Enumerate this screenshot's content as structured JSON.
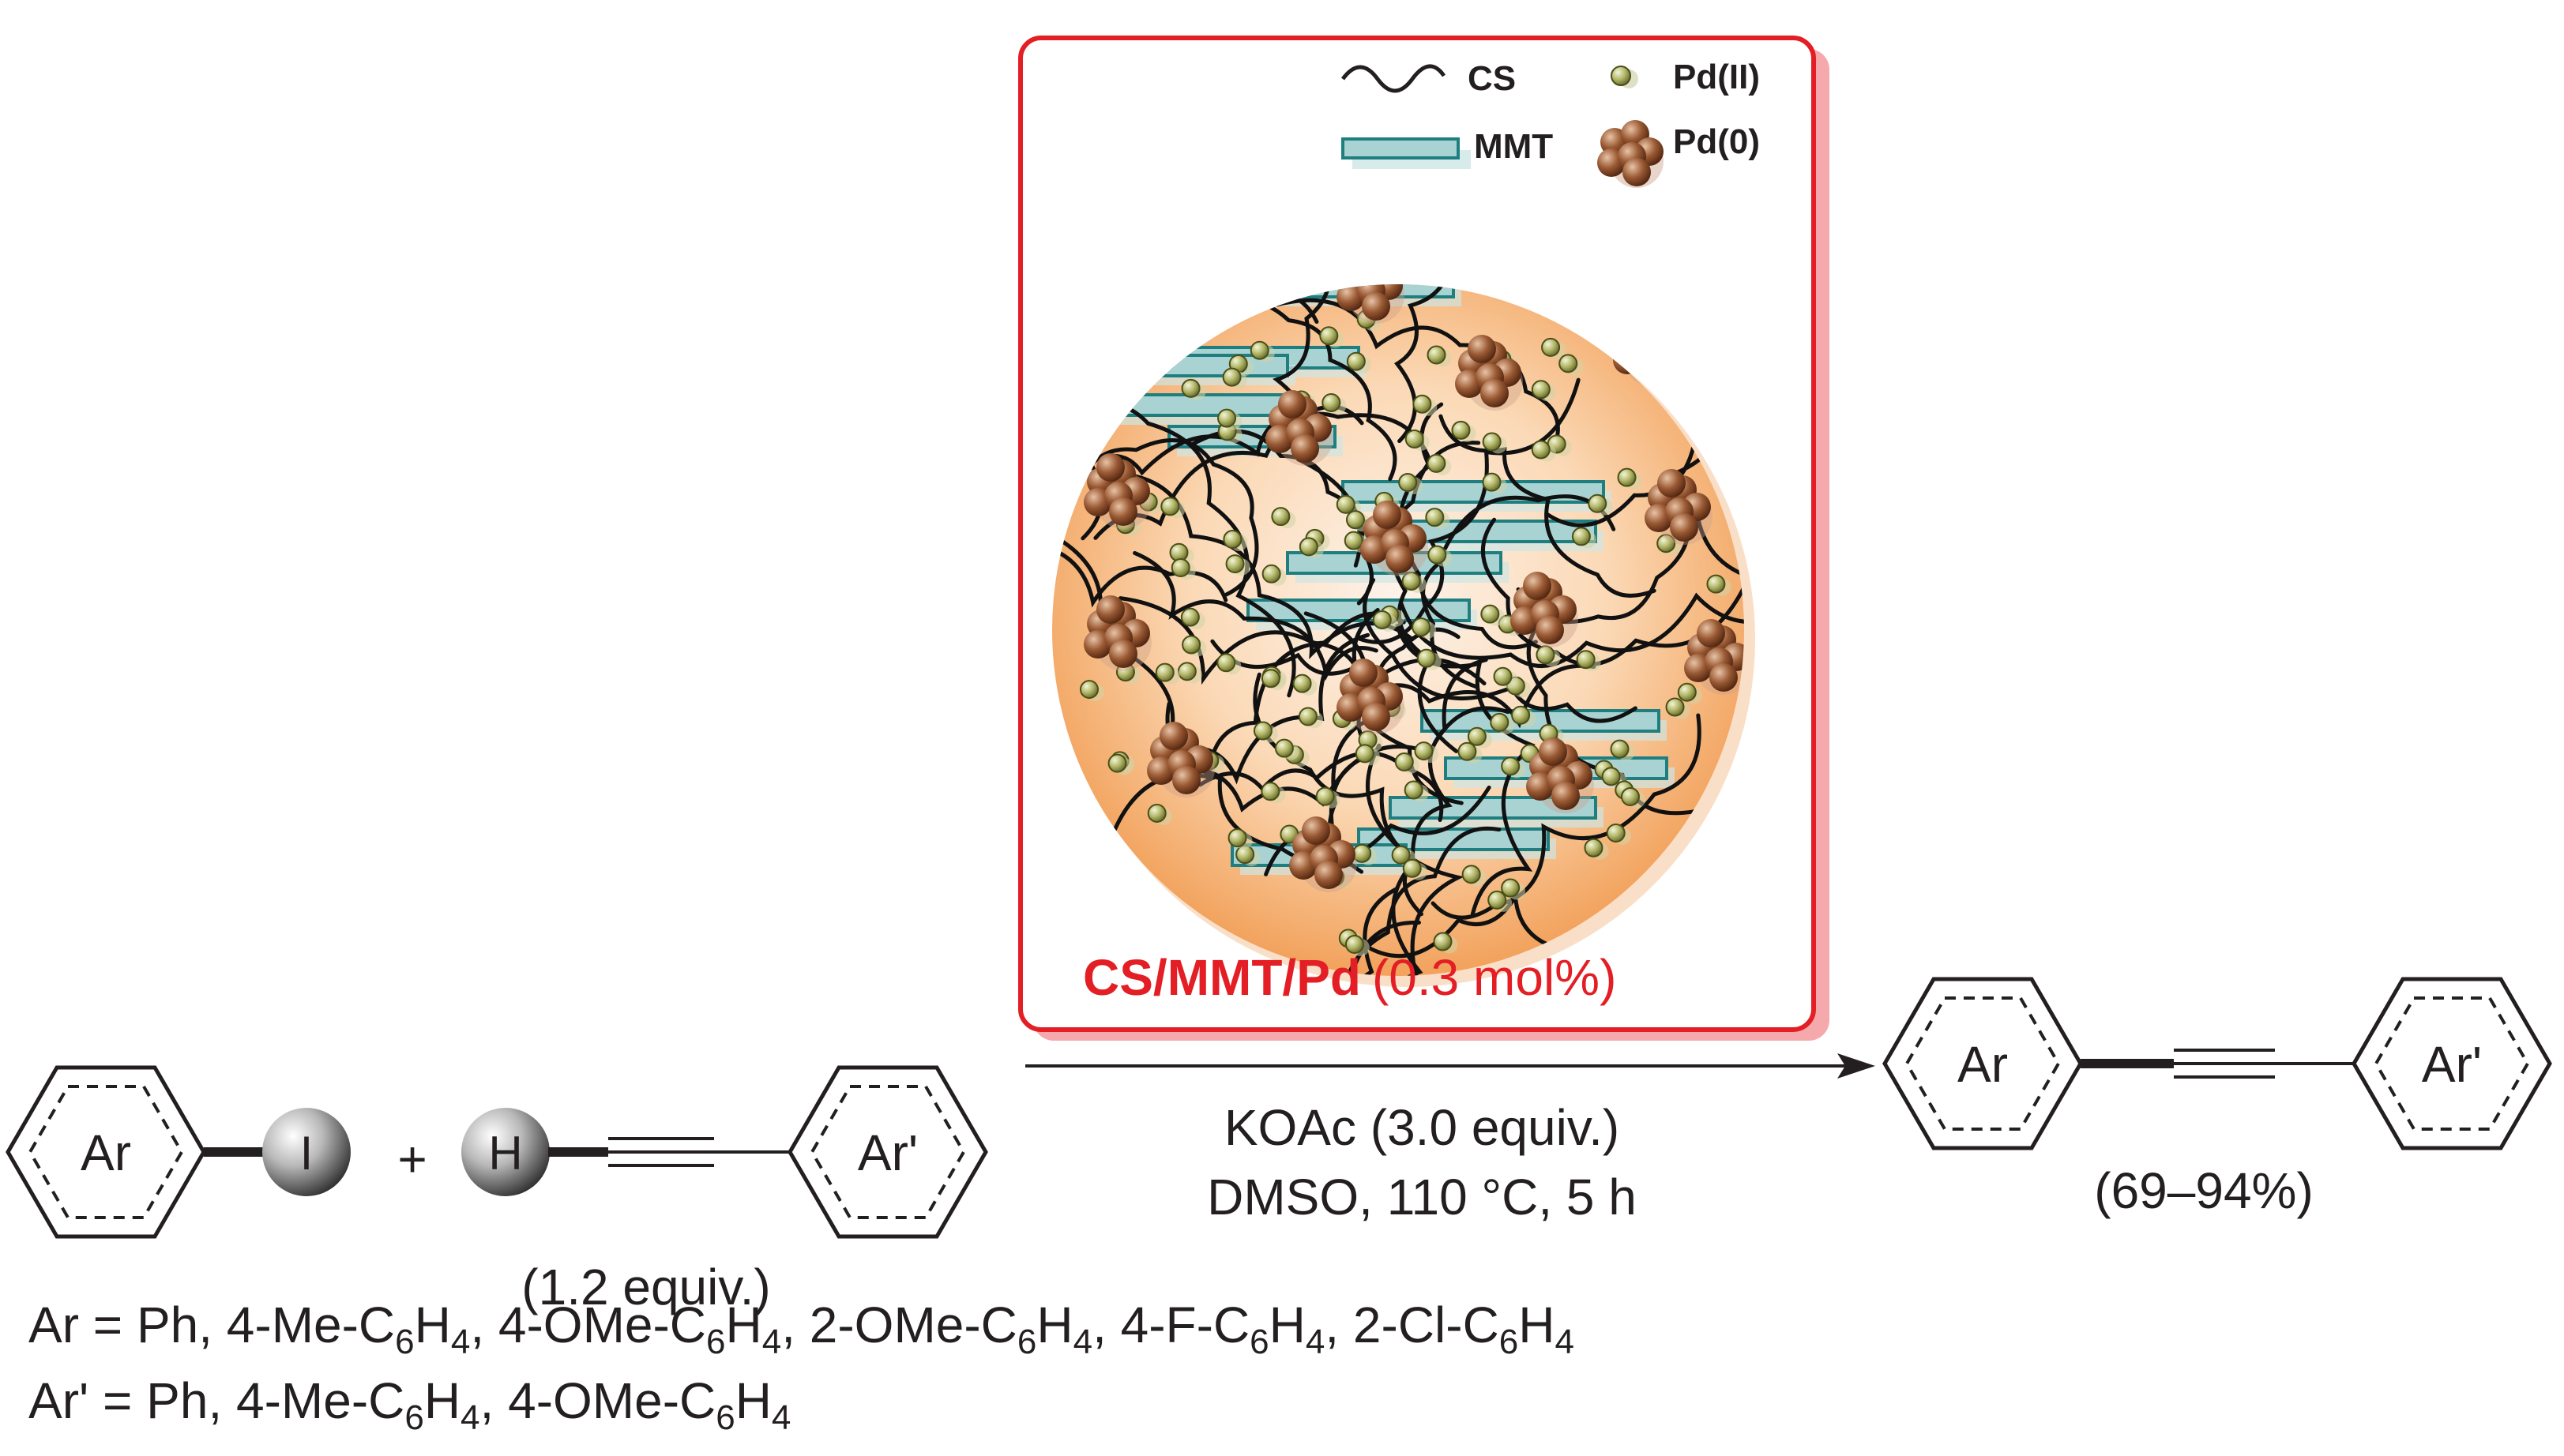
{
  "reactants": {
    "aryl_label": "Ar",
    "iodide_label": "I",
    "plus": "+",
    "h_label": "H",
    "aryl2_label": "Ar'",
    "alkyne_equiv": "(1.2 equiv.)"
  },
  "catalyst": {
    "name": "CS/MMT/Pd",
    "loading": "(0.3 mol%)",
    "legend": {
      "cs": "CS",
      "mmt": "MMT",
      "pd2": "Pd(II)",
      "pd0": "Pd(0)"
    }
  },
  "conditions": {
    "line1": "KOAc (3.0 equiv.)",
    "line2": "DMSO, 110 °C, 5 h"
  },
  "product": {
    "aryl_label": "Ar",
    "aryl2_label": "Ar'",
    "yield": "(69–94%)"
  },
  "scope": {
    "ar": {
      "prefix": "Ar = Ph, 4-Me-C",
      "parts": [
        "6",
        "H",
        "4",
        ", 4-OMe-C",
        "6",
        "H",
        "4",
        ", 2-OMe-C",
        "6",
        "H",
        "4",
        ", 4-F-C",
        "6",
        "H",
        "4",
        ", 2-Cl-C",
        "6",
        "H",
        "4"
      ]
    },
    "arp": {
      "prefix": "Ar' = Ph, 4-Me-C",
      "parts": [
        "6",
        "H",
        "4",
        ", 4-OMe-C",
        "6",
        "H",
        "4"
      ]
    }
  },
  "colors": {
    "catalyst_red": "#e31e24",
    "sphere_orange": "#f6b47a",
    "mmt_teal": "#1f7f80",
    "pd2_olive": "#9aa055",
    "pd0_brown": "#7a3d1e"
  }
}
